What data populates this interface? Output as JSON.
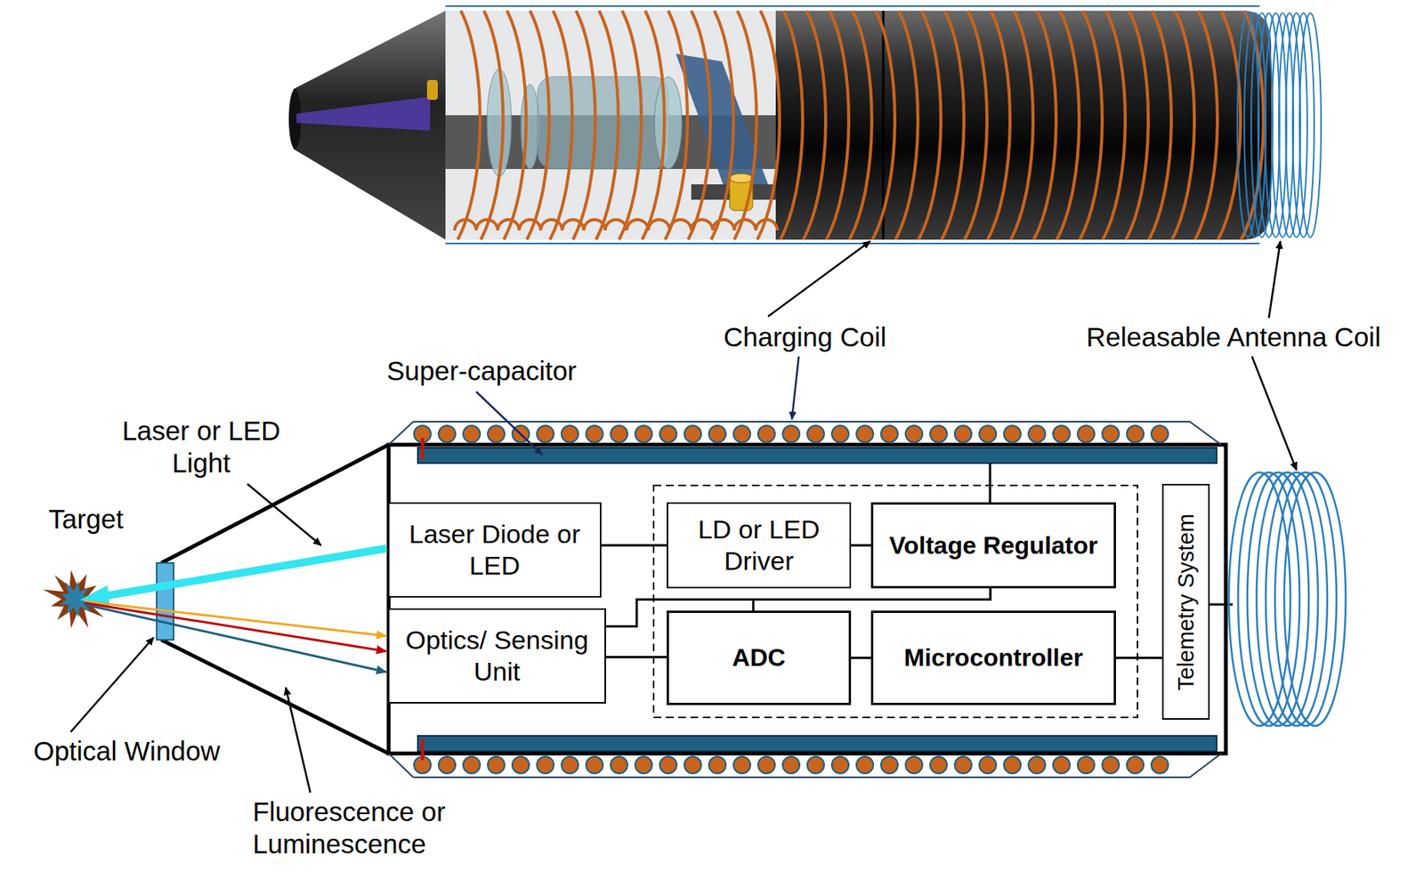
{
  "diagram": {
    "nodes": [
      {
        "text": [
          "Laser Diode or LED"
        ]
      },
      {
        "text": [
          "Optics/ Sensing Unit"
        ]
      },
      {
        "text": [
          "LD or LED Driver"
        ]
      },
      {
        "text": [
          "Voltage Regulator"
        ]
      },
      {
        "text": [
          "ADC"
        ]
      },
      {
        "text": [
          "Microcontroller"
        ]
      },
      {
        "text": [
          "Telemetry System"
        ]
      }
    ],
    "edges": [
      {
        "from": 0,
        "to": 2,
        "arrow": "none"
      },
      {
        "from": 2,
        "to": 3,
        "arrow": "none"
      },
      {
        "from": 1,
        "to": 4,
        "arrow": "none"
      },
      {
        "from": 4,
        "to": 5,
        "arrow": "none"
      },
      {
        "from": 5,
        "to": 6,
        "arrow": "none"
      },
      {
        "from": 3,
        "to": 1,
        "arrow": "none"
      },
      {
        "from": 3,
        "to": 4,
        "arrow": "none"
      }
    ],
    "labels": [
      "Charging Coil",
      "Releasable Antenna Coil",
      "Super-capacitor",
      "Laser or LED Light",
      "Target",
      "Optical Window",
      "Fluorescence or Luminescence"
    ]
  }
}
